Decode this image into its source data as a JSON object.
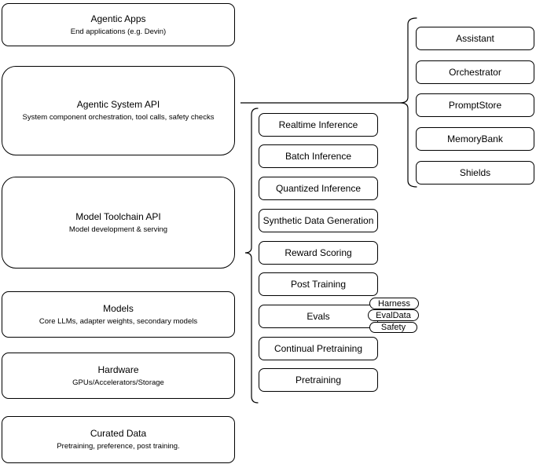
{
  "diagram": {
    "title_hint": "Agentic system stack diagram",
    "colors": {
      "stroke": "#000000",
      "fill": "#ffffff",
      "text": "#000000"
    },
    "left_stack": [
      {
        "title": "Agentic Apps",
        "subtitle": "End applications (e.g. Devin)"
      },
      {
        "title": "Agentic System API",
        "subtitle": "System component orchestration, tool calls, safety checks"
      },
      {
        "title": "Model Toolchain API",
        "subtitle": "Model development & serving"
      },
      {
        "title": "Models",
        "subtitle": "Core LLMs, adapter weights, secondary models"
      },
      {
        "title": "Hardware",
        "subtitle": "GPUs/Accelerators/Storage"
      },
      {
        "title": "Curated Data",
        "subtitle": "Pretraining, preference, post training."
      }
    ],
    "toolchain_services": [
      "Realtime Inference",
      "Batch Inference",
      "Quantized Inference",
      "Synthetic Data Generation",
      "Reward Scoring",
      "Post Training",
      "Evals",
      "Continual Pretraining",
      "Pretraining"
    ],
    "eval_tags": [
      "Harness",
      "EvalData",
      "Safety"
    ],
    "system_components": [
      "Assistant",
      "Orchestrator",
      "PromptStore",
      "MemoryBank",
      "Shields"
    ]
  }
}
